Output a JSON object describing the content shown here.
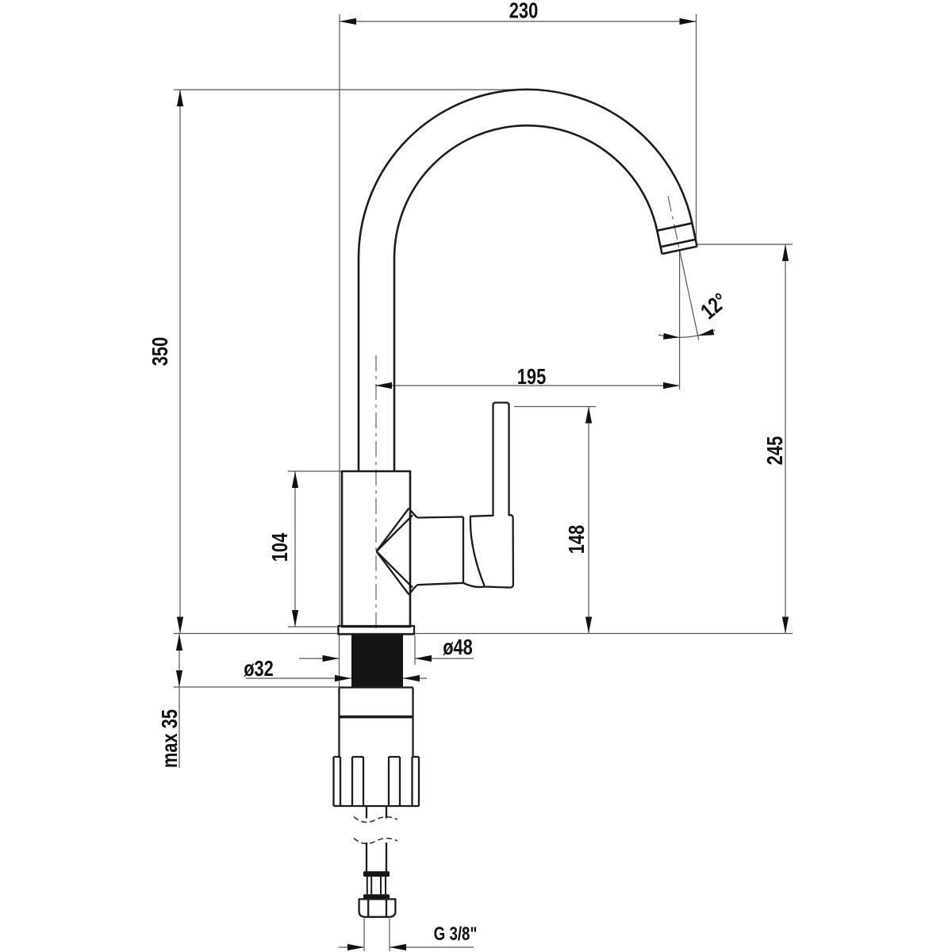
{
  "drawing": {
    "title": "kitchen faucet dimensional drawing",
    "unit": "mm",
    "line_color": "#1c1c1c",
    "dim_line_color": "#555555",
    "background": "#ffffff"
  },
  "dims": {
    "reach": "230",
    "total_height": "350",
    "outlet_reach": "195",
    "outlet_height": "245",
    "handle_height": "148",
    "body_height": "104",
    "max_counter": "max 35",
    "flange_dia": "ø48",
    "thread_dia": "ø32",
    "outlet_angle": "12°",
    "connection": "G 3/8\""
  }
}
